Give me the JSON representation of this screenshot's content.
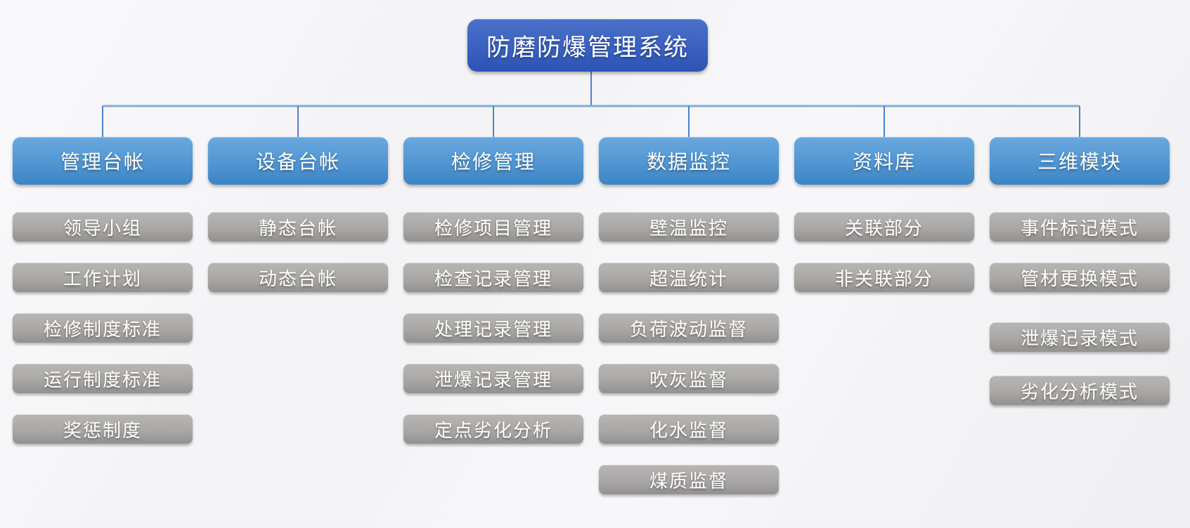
{
  "root": {
    "label": "防磨防爆管理系统"
  },
  "columns": [
    {
      "label": "管理台帐",
      "children": [
        "领导小组",
        "工作计划",
        "检修制度标准",
        "运行制度标准",
        "奖惩制度"
      ]
    },
    {
      "label": "设备台帐",
      "children": [
        "静态台帐",
        "动态台帐"
      ]
    },
    {
      "label": "检修管理",
      "children": [
        "检修项目管理",
        "检查记录管理",
        "处理记录管理",
        "泄爆记录管理",
        "定点劣化分析"
      ]
    },
    {
      "label": "数据监控",
      "children": [
        "壁温监控",
        "超温统计",
        "负荷波动监督",
        "吹灰监督",
        "化水监督",
        "煤质监督"
      ]
    },
    {
      "label": "资料库",
      "children": [
        "关联部分",
        "非关联部分"
      ]
    },
    {
      "label": "三维模块",
      "children": [
        "事件标记模式",
        "管材更换模式",
        "泄爆记录模式",
        "劣化分析模式"
      ]
    }
  ],
  "colors": {
    "root_blue_top": "#4a72c9",
    "root_blue_bottom": "#2d53b5",
    "branch_blue_top": "#6aa8de",
    "branch_blue_bottom": "#3c84c4",
    "child_gray_top": "#b7b6b4",
    "child_gray_bottom": "#929190",
    "rail_line": "#82aad8",
    "drop_line": "#4f82c5",
    "text": "#ffffff"
  }
}
